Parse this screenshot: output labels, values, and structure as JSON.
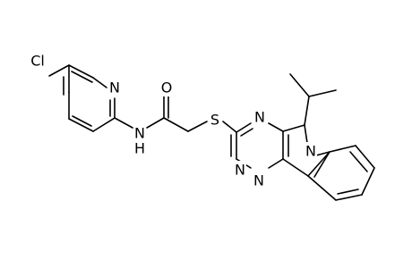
{
  "molecule": {
    "atoms": [
      {
        "id": "cl",
        "label": "Cl"
      },
      {
        "id": "n_py",
        "label": "N"
      },
      {
        "id": "n_h",
        "label": "N"
      },
      {
        "id": "h_nh",
        "label": "H"
      },
      {
        "id": "o",
        "label": "O"
      },
      {
        "id": "s",
        "label": "S"
      },
      {
        "id": "n4",
        "label": "N"
      },
      {
        "id": "n5",
        "label": "N"
      },
      {
        "id": "n2",
        "label": "N"
      },
      {
        "id": "n1",
        "label": "N"
      }
    ]
  }
}
